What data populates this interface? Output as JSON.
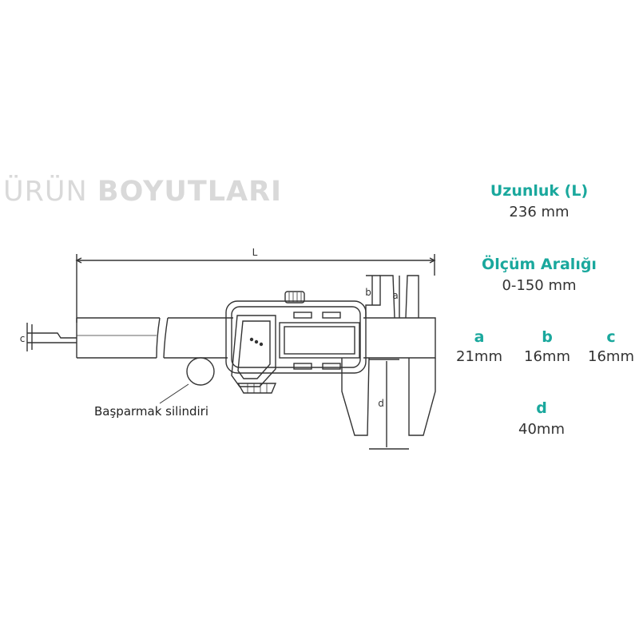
{
  "heading": {
    "light": "ÜRÜN",
    "bold": "BOYUTLARI"
  },
  "specs": {
    "length_label": "Uzunluk (L)",
    "length_value": "236 mm",
    "range_label": "Ölçüm Aralığı",
    "range_value": "0-150 mm",
    "a_label": "a",
    "a_value": "21mm",
    "b_label": "b",
    "b_value": "16mm",
    "c_label": "c",
    "c_value": "16mm",
    "d_label": "d",
    "d_value": "40mm"
  },
  "drawing": {
    "dim_L": "L",
    "dim_a": "a",
    "dim_b": "b",
    "dim_c": "c",
    "dim_d": "d",
    "thumb_label": "Başparmak silindiri"
  },
  "colors": {
    "accent": "#1aa89d",
    "line": "#333333",
    "heading": "#d9d9d9"
  }
}
